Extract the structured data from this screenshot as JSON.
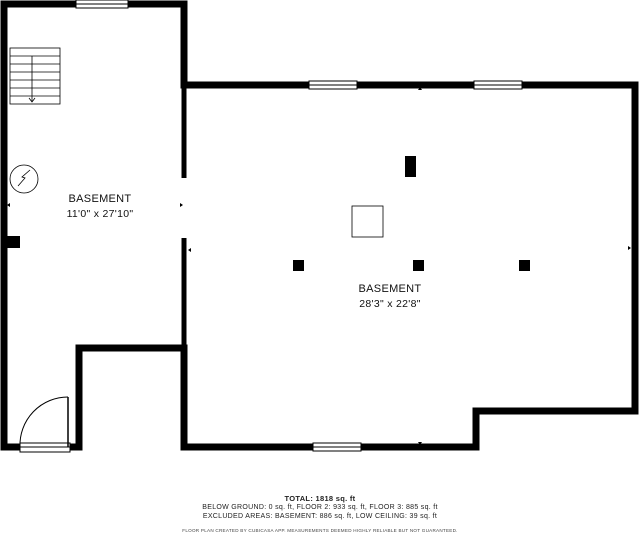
{
  "rooms": [
    {
      "name": "BASEMENT",
      "dimensions": "11'0\" x 27'10\""
    },
    {
      "name": "BASEMENT",
      "dimensions": "28'3\" x 22'8\""
    }
  ],
  "footer": {
    "total": "TOTAL: 1818 sq. ft",
    "floors": "BELOW GROUND: 0 sq. ft, FLOOR 2: 933 sq. ft, FLOOR 3: 885 sq. ft",
    "excluded": "EXCLUDED AREAS: BASEMENT: 886 sq. ft, LOW CEILING: 39 sq. ft",
    "credit": "FLOOR PLAN CREATED BY CUBICASA APP. MEASUREMENTS DEEMED HIGHLY RELIABLE BUT NOT GUARANTEED."
  }
}
